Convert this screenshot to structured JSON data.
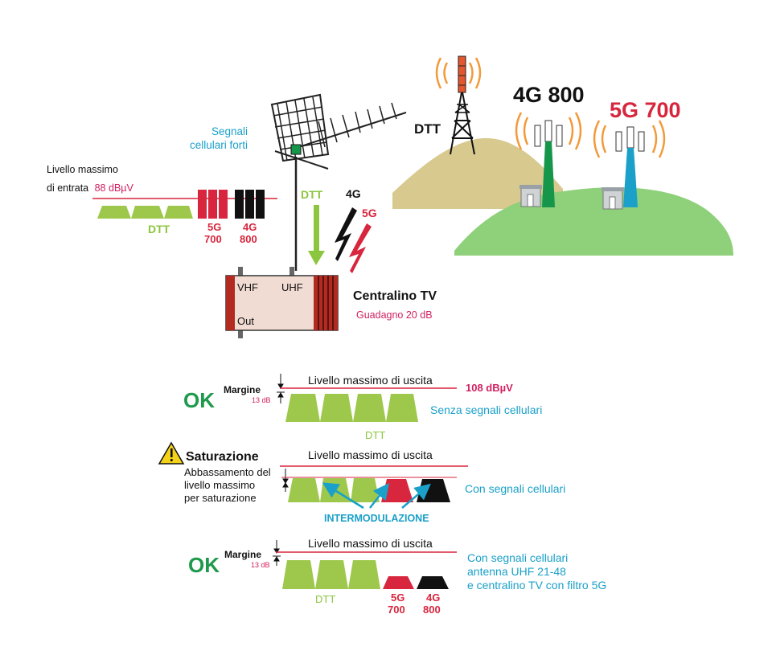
{
  "colors": {
    "dtt_green": "#9dc84b",
    "label_green": "#8cc63f",
    "ok_green": "#1f9a4c",
    "red": "#d7263d",
    "black": "#111111",
    "blue": "#1aa0c9",
    "magenta": "#d1205f",
    "sand": "#d8c98f",
    "hill_green": "#8fd07a",
    "amp_body": "#f1dcd3",
    "amp_stripe": "#b32a20"
  },
  "top": {
    "cellular_strong_line1": "Segnali",
    "cellular_strong_line2": "cellulari forti",
    "input_level_line1": "Livello massimo",
    "input_level_line2_prefix": "di entrata",
    "input_level_value": "88 dBµV",
    "spectrum_dtt": "DTT",
    "spectrum_5g_a": "5G",
    "spectrum_5g_b": "700",
    "spectrum_4g_a": "4G",
    "spectrum_4g_b": "800",
    "arrow_dtt": "DTT",
    "arrow_4g": "4G",
    "arrow_5g": "5G",
    "tower_dtt": "DTT",
    "tower_4g": "4G 800",
    "tower_5g": "5G 700",
    "amp_vhf": "VHF",
    "amp_uhf": "UHF",
    "amp_out": "Out",
    "amp_title": "Centralino TV",
    "amp_gain": "Guadagno 20 dB"
  },
  "panel1": {
    "status": "OK",
    "margin_label": "Margine",
    "margin_value": "13 dB",
    "max_output": "Livello massimo di uscita",
    "level_value": "108 dBµV",
    "note": "Senza segnali cellulari",
    "dtt": "DTT"
  },
  "panel2": {
    "warning_icon": "warning-icon",
    "title": "Saturazione",
    "desc1": "Abbassamento del",
    "desc2": "livello massimo",
    "desc3": "per saturazione",
    "max_output": "Livello massimo di uscita",
    "note": "Con segnali cellulari",
    "intermod": "INTERMODULAZIONE"
  },
  "panel3": {
    "status": "OK",
    "margin_label": "Margine",
    "margin_value": "13 dB",
    "max_output": "Livello massimo di uscita",
    "note1": "Con segnali cellulari",
    "note2": "antenna UHF 21-48",
    "note3": "e centralino TV con filtro 5G",
    "dtt": "DTT",
    "g5a": "5G",
    "g5b": "700",
    "g4a": "4G",
    "g4b": "800"
  }
}
